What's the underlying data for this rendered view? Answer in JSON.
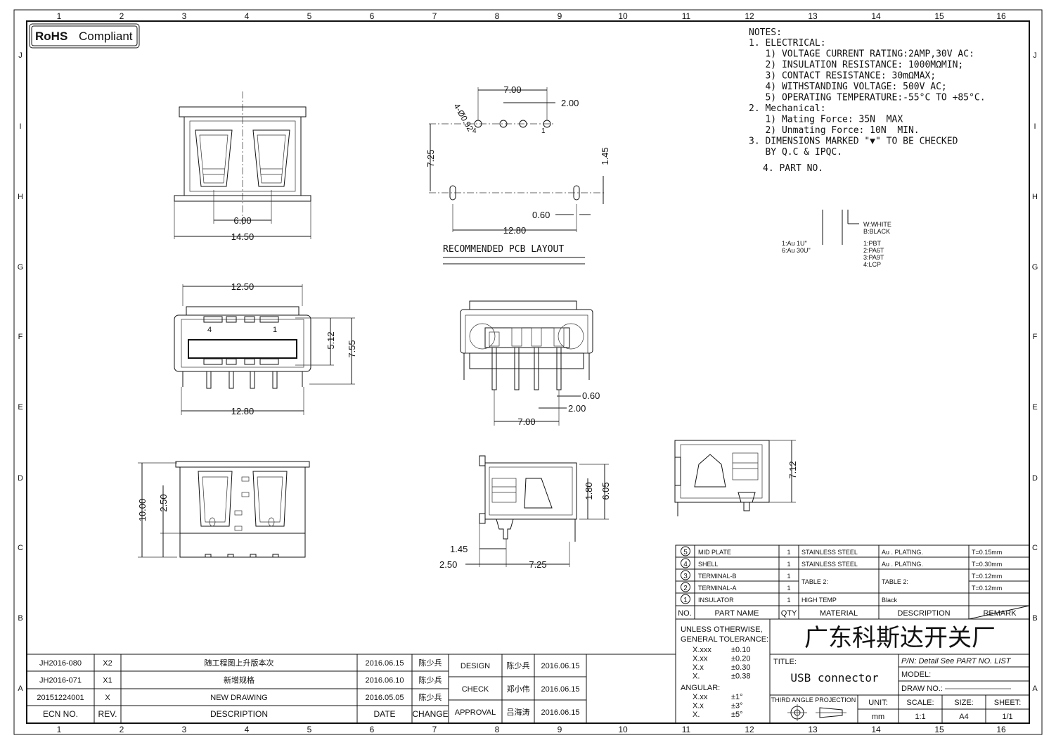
{
  "border": {
    "col_numbers": [
      "1",
      "2",
      "3",
      "4",
      "5",
      "6",
      "7",
      "8",
      "9",
      "10",
      "11",
      "12",
      "13",
      "14",
      "15",
      "16"
    ],
    "row_letters": [
      "J",
      "I",
      "H",
      "G",
      "F",
      "E",
      "D",
      "C",
      "B",
      "A"
    ]
  },
  "rohs": {
    "bold": "RoHS",
    "label": "Compliant"
  },
  "notes": {
    "heading": "NOTES:",
    "lines": [
      "1. ELECTRICAL:",
      "   1) VOLTAGE CURRENT RATING:2AMP,30V AC:",
      "   2) INSULATION RESISTANCE: 1000MΩMIN;",
      "   3) CONTACT RESISTANCE: 30mΩMAX;",
      "   4) WITHSTANDING VOLTAGE: 500V AC;",
      "   5) OPERATING TEMPERATURE:-55°C TO +85°C.",
      "2. Mechanical:",
      "   1) Mating Force: 35N  MAX",
      "   2) Unmating Force: 10N  MIN.",
      "3. DIMENSIONS MARKED \"▼\" TO BE CHECKED",
      "   BY Q.C & IPQC."
    ],
    "part_no": "4. PART NO."
  },
  "part_codes": {
    "color": [
      "W:WHITE",
      "B:BLACK"
    ],
    "plating": [
      "1:Au 1U\"",
      "6:Au 30U\""
    ],
    "material": [
      "1:PBT",
      "2:PA6T",
      "3:PA9T",
      "4:LCP"
    ]
  },
  "dims": {
    "top_w1": "6.00",
    "top_w2": "14.50",
    "pcb_hole": "4-Ø0.92",
    "pcb_7": "7.00",
    "pcb_2": "2.00",
    "pcb_725": "7.25",
    "pcb_145": "1.45",
    "pcb_060": "0.60",
    "pcb_1280": "12.80",
    "pcb_pin4": "4",
    "pcb_pin1": "1",
    "pcb_title": "RECOMMENDED PCB LAYOUT",
    "front_1250": "12.50",
    "front_512": "5.12",
    "front_755": "7.55",
    "front_1280": "12.80",
    "front_pin4": "4",
    "front_pin1": "1",
    "rear_060": "0.60",
    "rear_200": "2.00",
    "rear_700": "7.00",
    "bottom_1000": "10.00",
    "bottom_250": "2.50",
    "side_180": "1.80",
    "side_605": "6.05",
    "side_145": "1.45",
    "side_250": "2.50",
    "side_725": "7.25",
    "right_712": "7.12"
  },
  "bom": {
    "rows": [
      {
        "no": "5",
        "name": "MID PLATE",
        "qty": "1",
        "material": "STAINLESS STEEL",
        "desc": "Au . PLATING.",
        "remark": "T=0.15mm"
      },
      {
        "no": "4",
        "name": "SHELL",
        "qty": "1",
        "material": "STAINLESS STEEL",
        "desc": "Au . PLATING.",
        "remark": "T=0.30mm"
      },
      {
        "no": "3",
        "name": "TERMINAL-B",
        "qty": "1",
        "material": "TABLE 2:",
        "desc": "TABLE 2:",
        "remark": "T=0.12mm"
      },
      {
        "no": "2",
        "name": "TERMINAL-A",
        "qty": "1",
        "material": "",
        "desc": "",
        "remark": "T=0.12mm"
      },
      {
        "no": "1",
        "name": "INSULATOR",
        "qty": "1",
        "material": "HIGH TEMP",
        "desc": "Black",
        "remark": ""
      }
    ],
    "header": {
      "no": "NO.",
      "name": "PART NAME",
      "qty": "QTY",
      "material": "MATERIAL",
      "desc": "DESCRIPTION",
      "remark": "REMARK"
    }
  },
  "tolerance": {
    "l1": "UNLESS OTHERWISE,",
    "l2": "GENERAL TOLERANCE:",
    "rows": [
      [
        "X.xxx",
        "±0.10"
      ],
      [
        "X.xx",
        "±0.20"
      ],
      [
        "X.x",
        "±0.30"
      ],
      [
        "X.",
        "±0.38"
      ]
    ],
    "angular": "ANGULAR:",
    "arows": [
      [
        "X.xx",
        "±1°"
      ],
      [
        "X.x",
        "±3°"
      ],
      [
        "X.",
        "±5°"
      ]
    ]
  },
  "company": "广东科斯达开关厂",
  "title_block": {
    "title_label": "TITLE:",
    "title": "USB connector",
    "pn": "P/N: Detail See PART NO. LIST",
    "model": "MODEL:",
    "draw_no": "DRAW NO.:",
    "projection": "THIRD ANGLE PROJECTION",
    "unit_label": "UNIT:",
    "unit": "mm",
    "scale_label": "SCALE:",
    "scale": "1:1",
    "size_label": "SIZE:",
    "size": "A4",
    "sheet_label": "SHEET:",
    "sheet": "1/1"
  },
  "revisions": [
    {
      "ecn": "JH2016-080",
      "rev": "X2",
      "desc": "随工程图上升版本次",
      "date": "2016.06.15",
      "change": "陈少兵"
    },
    {
      "ecn": "JH2016-071",
      "rev": "X1",
      "desc": "新增规格",
      "date": "2016.06.10",
      "change": "陈少兵"
    },
    {
      "ecn": "20151224001",
      "rev": "X",
      "desc": "NEW DRAWING",
      "date": "2016.05.05",
      "change": "陈少兵"
    }
  ],
  "rev_header": {
    "ecn": "ECN NO.",
    "rev": "REV.",
    "desc": "DESCRIPTION",
    "date": "DATE",
    "change": "CHANGE"
  },
  "approvals": [
    {
      "role": "DESIGN",
      "name": "陈少兵",
      "date": "2016.06.15"
    },
    {
      "role": "CHECK",
      "name": "郑小伟",
      "date": "2016.06.15"
    },
    {
      "role": "APPROVAL",
      "name": "吕海涛",
      "date": "2016.06.15"
    }
  ]
}
